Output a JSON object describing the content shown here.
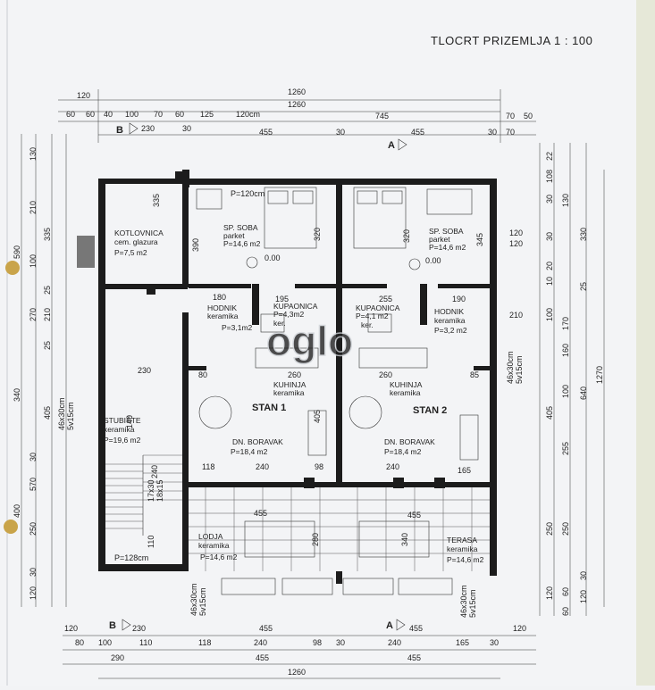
{
  "title": "TLOCRT PRIZEMLJA  1 : 100",
  "watermark": "oglo",
  "section_marks": {
    "a": "A",
    "b": "B"
  },
  "top_dims": {
    "row1": [
      "120",
      "1260"
    ],
    "row2": [
      "1260"
    ],
    "row3": [
      "60",
      "60",
      "40",
      "100",
      "70",
      "60",
      "125",
      "120cm",
      "745",
      "70",
      "50"
    ],
    "row4": [
      "230",
      "30",
      "455",
      "30",
      "455",
      "30",
      "70"
    ]
  },
  "bottom_dims": {
    "row1": [
      "120",
      "230",
      "455",
      "455",
      "120"
    ],
    "row2": [
      "80",
      "100",
      "110",
      "118",
      "240",
      "98",
      "30",
      "240",
      "165",
      "30"
    ],
    "row3": [
      "290",
      "455",
      "455"
    ],
    "row4": [
      "1260"
    ]
  },
  "left_dims": [
    "130",
    "210",
    "335",
    "590",
    "100",
    "270",
    "210",
    "340",
    "405",
    "570",
    "400",
    "250",
    "120",
    "30",
    "30",
    "25",
    "25"
  ],
  "right_dims": [
    "22",
    "108",
    "30",
    "130",
    "330",
    "120",
    "120",
    "30",
    "20",
    "10",
    "100",
    "210",
    "170",
    "160",
    "100",
    "640",
    "1270",
    "405",
    "255",
    "250",
    "250",
    "30",
    "120",
    "60",
    "60",
    "120",
    "25"
  ],
  "rooms": {
    "sp_soba_1": {
      "name": "SP. SOBA",
      "floor": "parket",
      "area": "P=14,6 m2"
    },
    "sp_soba_2": {
      "name": "SP. SOBA",
      "floor": "parket",
      "area": "P=14,6 m2"
    },
    "kotlovnica": {
      "name": "KOTLOVNICA",
      "floor": "cem. glazura",
      "area": "P=7,5 m2"
    },
    "hodnik_1": {
      "name": "HODNIK",
      "floor": "keramika",
      "area": "P=3,1m2"
    },
    "kupaonica_1": {
      "name": "KUPAONICA",
      "floor": "ker.",
      "area": "P=4,3m2"
    },
    "kupaonica_2": {
      "name": "KUPAONICA",
      "floor": "ker.",
      "area": "P=4,1 m2"
    },
    "hodnik_2": {
      "name": "HODNIK",
      "floor": "keramika",
      "area": "P=3,2 m2"
    },
    "kuhinja_1": {
      "name": "KUHINJA",
      "floor": "keramika"
    },
    "kuhinja_2": {
      "name": "KUHINJA",
      "floor": "keramika"
    },
    "stan_1": "STAN 1",
    "stan_2": "STAN 2",
    "stubiste": {
      "name": "STUBIŠTE",
      "floor": "keramika",
      "area": "P=19,6 m2"
    },
    "boravak_1": {
      "name": "DN. BORAVAK",
      "area": "P=18,4 m2"
    },
    "boravak_2": {
      "name": "DN. BORAVAK",
      "area": "P=18,4 m2"
    },
    "lodja": {
      "name": "LODJA",
      "floor": "keramika",
      "area": "P=14,6 m2"
    },
    "terasa": {
      "name": "TERASA",
      "floor": "keramika",
      "area": "P=14,6 m2"
    }
  },
  "notes": {
    "p120": "P=120cm",
    "p128": "P=128cm",
    "level1": "0.00",
    "level2": "0.00",
    "stair1": "17x30",
    "stair2": "18x15",
    "win_left": "46x30cm",
    "win_left2": "5v15cm",
    "win_right": "46x30cm",
    "win_right2": "5v15cm",
    "win_bl": "46x30cm",
    "win_bl2": "5v15cm",
    "win_br": "46x30cm",
    "win_br2": "5v15cm"
  },
  "inner_dims": {
    "sp1_h": "320",
    "sp2_h": "320",
    "kot_h": "390",
    "kot_w": "335",
    "sp2_side": "345",
    "hod_a": "180",
    "hod_b": "195",
    "hod_c": "255",
    "hod_d": "190",
    "kuh_a": "260",
    "kuh_b": "260",
    "kuh_c": "230",
    "kuh_d": "80",
    "kuh_e": "85",
    "bor_a": "118",
    "bor_b": "240",
    "bor_c": "98",
    "bor_d": "240",
    "bor_e": "165",
    "ter_a": "455",
    "ter_b": "455",
    "ter_c": "280",
    "ter_d": "340",
    "st_a": "140",
    "st_b": "240",
    "st_c": "110",
    "st_d": "405"
  }
}
